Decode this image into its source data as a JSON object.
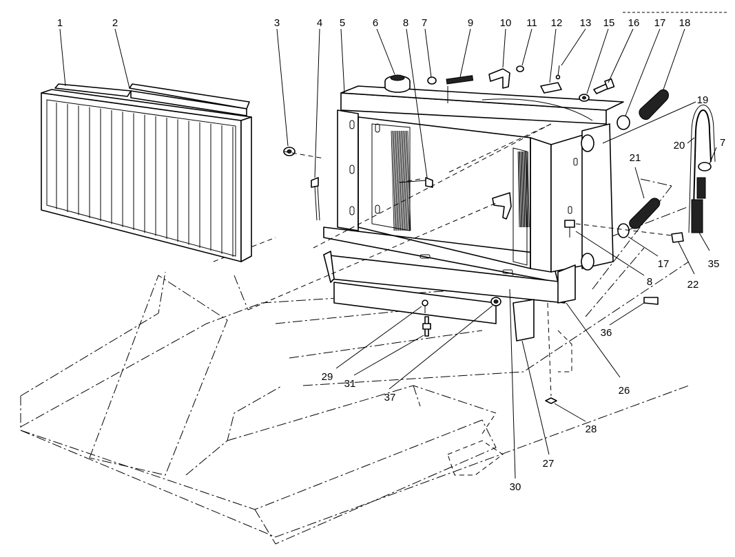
{
  "diagram": {
    "callouts": [
      "1",
      "2",
      "3",
      "4",
      "5",
      "6",
      "8",
      "7",
      "9",
      "10",
      "11",
      "12",
      "13",
      "15",
      "16",
      "17",
      "18",
      "19",
      "20",
      "7",
      "21",
      "8",
      "17",
      "22",
      "35",
      "36",
      "26",
      "29",
      "31",
      "37",
      "27",
      "28",
      "30"
    ]
  }
}
